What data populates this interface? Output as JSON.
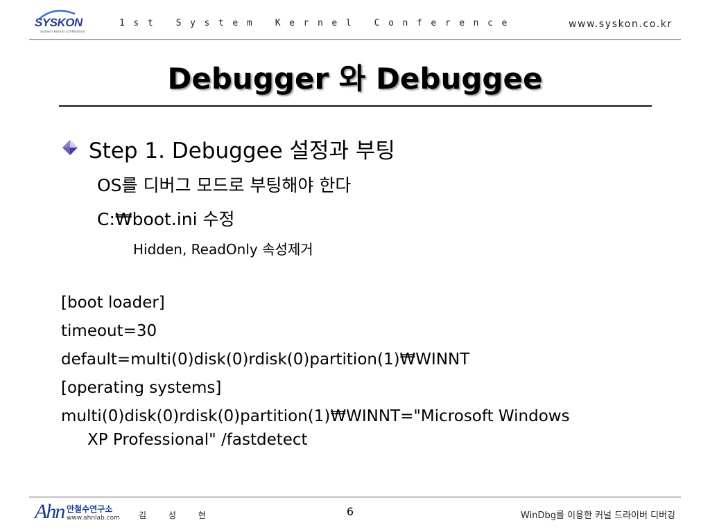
{
  "header": {
    "logo_text": "SYSKON",
    "logo_tagline": "system kernel conference",
    "conference": "1st System Kernel Conference",
    "url": "www.syskon.co.kr"
  },
  "slide": {
    "title": "Debugger 와 Debuggee",
    "bullet": "Step 1. Debuggee 설정과 부팅",
    "sub_items": [
      "OS를 디버그 모드로 부팅해야 한다",
      "C:₩boot.ini 수정"
    ],
    "sub_sub_item": "Hidden, ReadOnly 속성제거",
    "code_lines": [
      "[boot loader]",
      "timeout=30",
      "default=multi(0)disk(0)rdisk(0)partition(1)₩WINNT",
      "[operating systems]",
      "multi(0)disk(0)rdisk(0)partition(1)₩WINNT=\"Microsoft Windows",
      "XP Professional\" /fastdetect"
    ]
  },
  "footer": {
    "logo_text": "Ahn",
    "logo_name": "안철수연구소",
    "logo_url": "www.ahnlab.com",
    "author": "김 성 현",
    "page_number": "6",
    "course": "WinDbg를 이용한 커널 드라이버 디버깅"
  },
  "colors": {
    "brand_blue": "#2d3b8c",
    "bullet_purple": "#5b4fa0"
  }
}
